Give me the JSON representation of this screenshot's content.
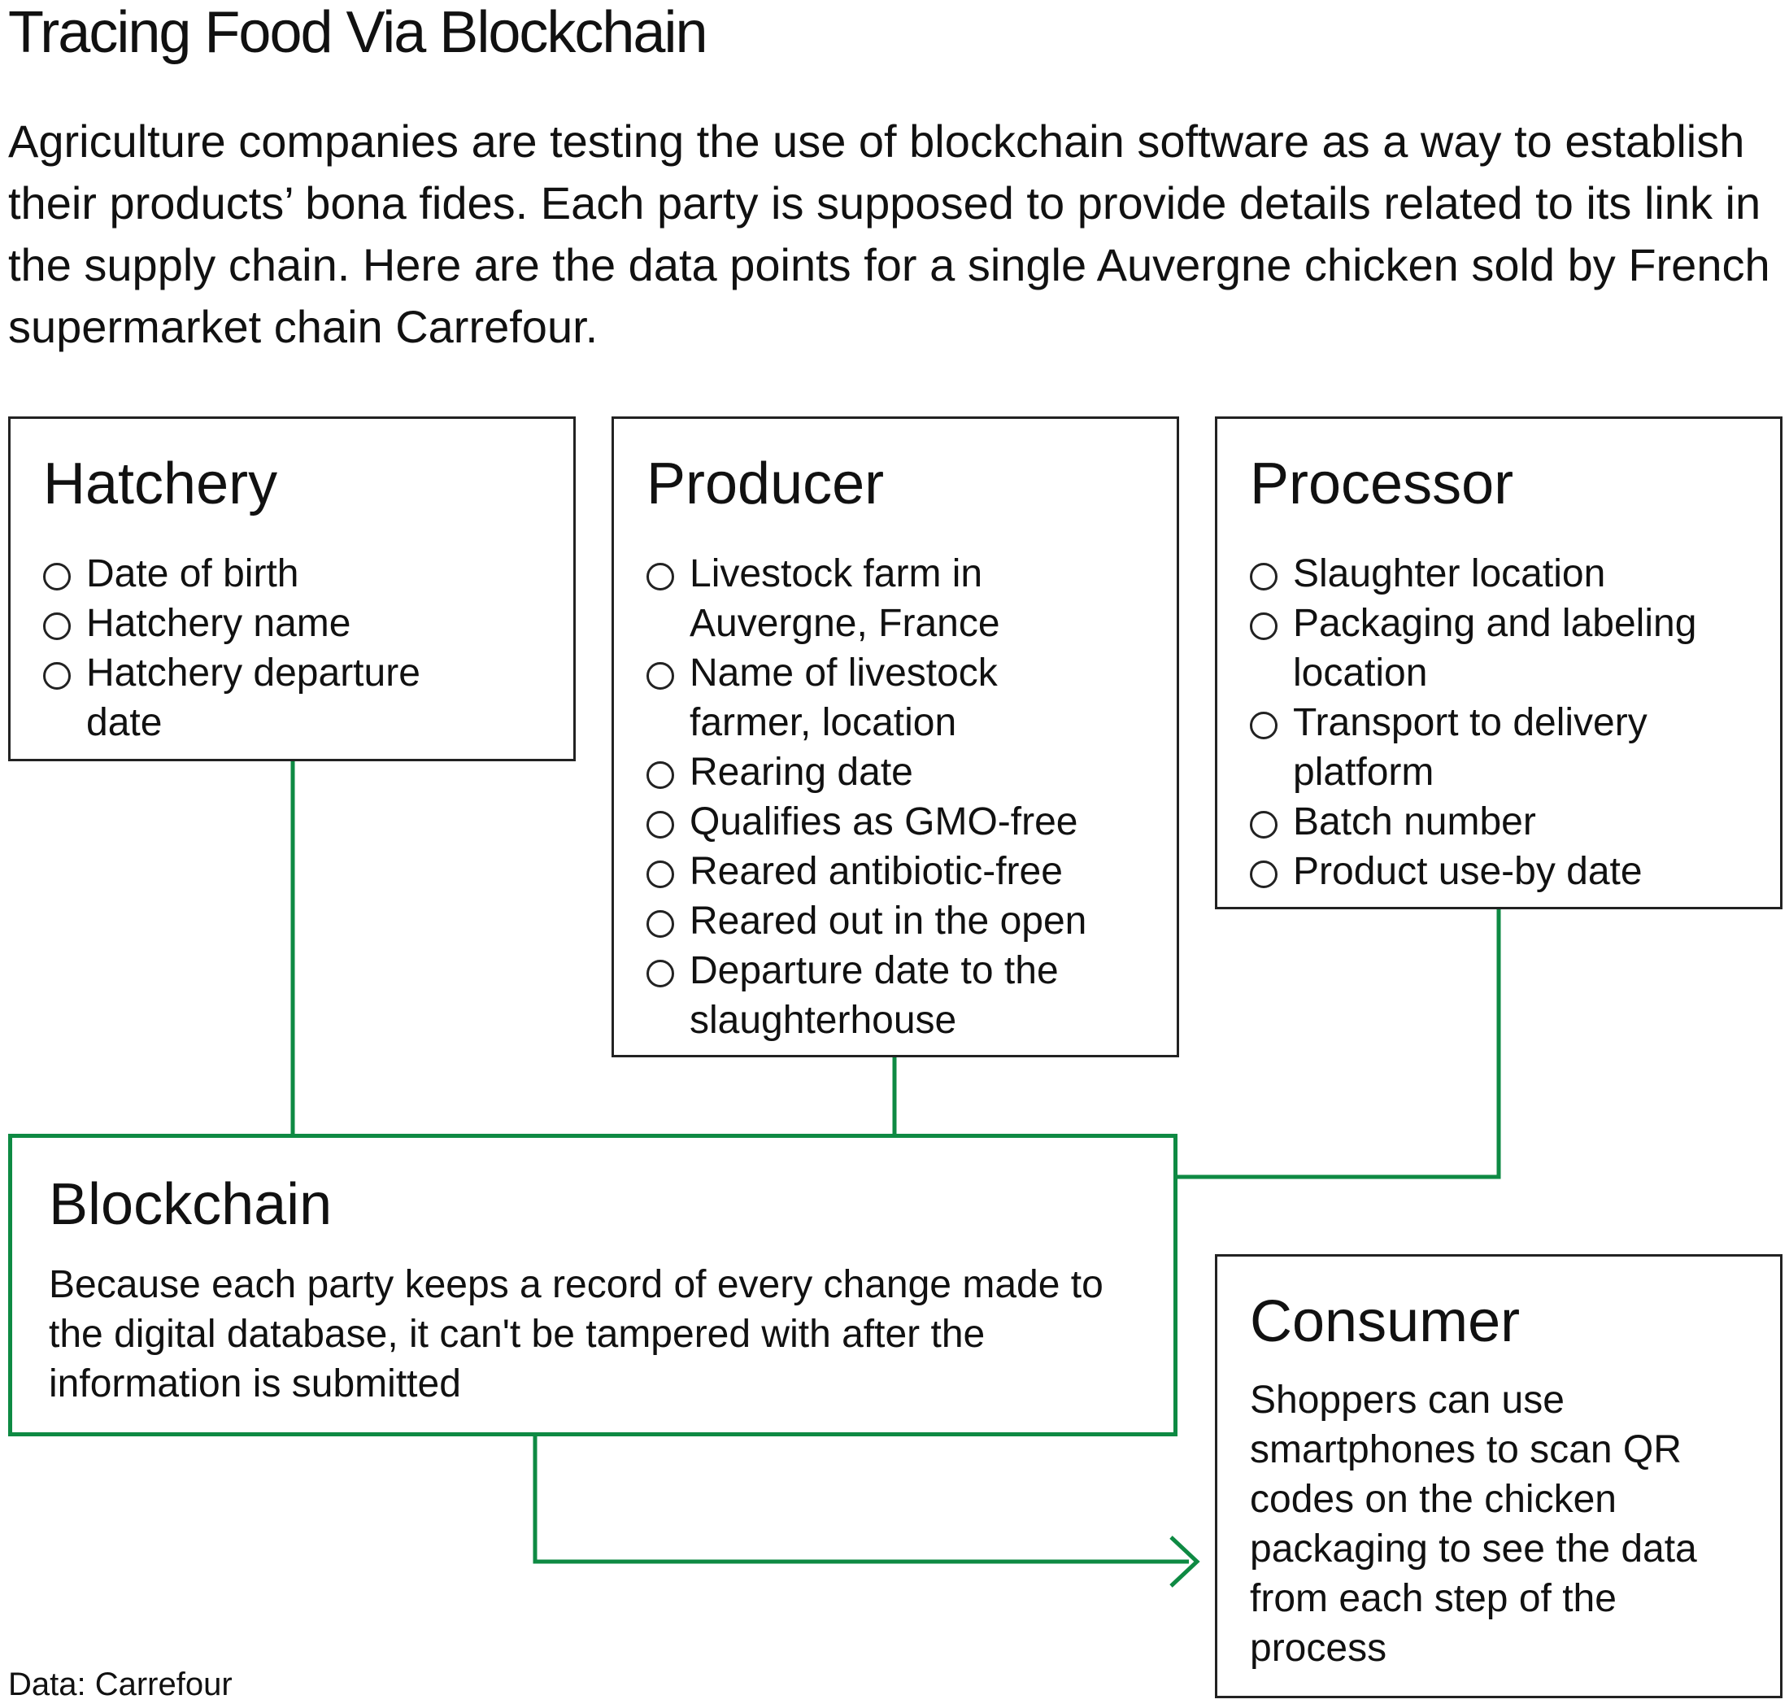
{
  "title": "Tracing Food Via Blockchain",
  "intro": "Agriculture companies are testing the use of blockchain software as a way to establish their products’ bona fides. Each party is supposed to provide details related to its link in the supply chain. Here are the data points for a single Auvergne chicken sold by French supermarket chain Carrefour.",
  "colors": {
    "accent": "#0e8a43",
    "border": "#222222",
    "text": "#111111"
  },
  "hatchery": {
    "title": "Hatchery",
    "items": [
      "Date of birth",
      "Hatchery name",
      "Hatchery departure\ndate"
    ]
  },
  "producer": {
    "title": "Producer",
    "items": [
      "Livestock farm in\nAuvergne, France",
      "Name of livestock\nfarmer, location",
      "Rearing date",
      "Qualifies as GMO-free",
      "Reared antibiotic-free",
      "Reared out in the open",
      "Departure date to the\nslaughterhouse"
    ]
  },
  "processor": {
    "title": "Processor",
    "items": [
      "Slaughter location",
      "Packaging and labeling\nlocation",
      "Transport to delivery\nplatform",
      "Batch number",
      "Product use-by date"
    ]
  },
  "blockchain": {
    "title": "Blockchain",
    "text": "Because each party keeps a record of every change made to the digital database, it can't be tampered with after the information is submitted"
  },
  "consumer": {
    "title": "Consumer",
    "text": "Shoppers can use smartphones to scan QR codes on the chicken packaging to see the data from each step of the process"
  },
  "source": "Data: Carrefour"
}
